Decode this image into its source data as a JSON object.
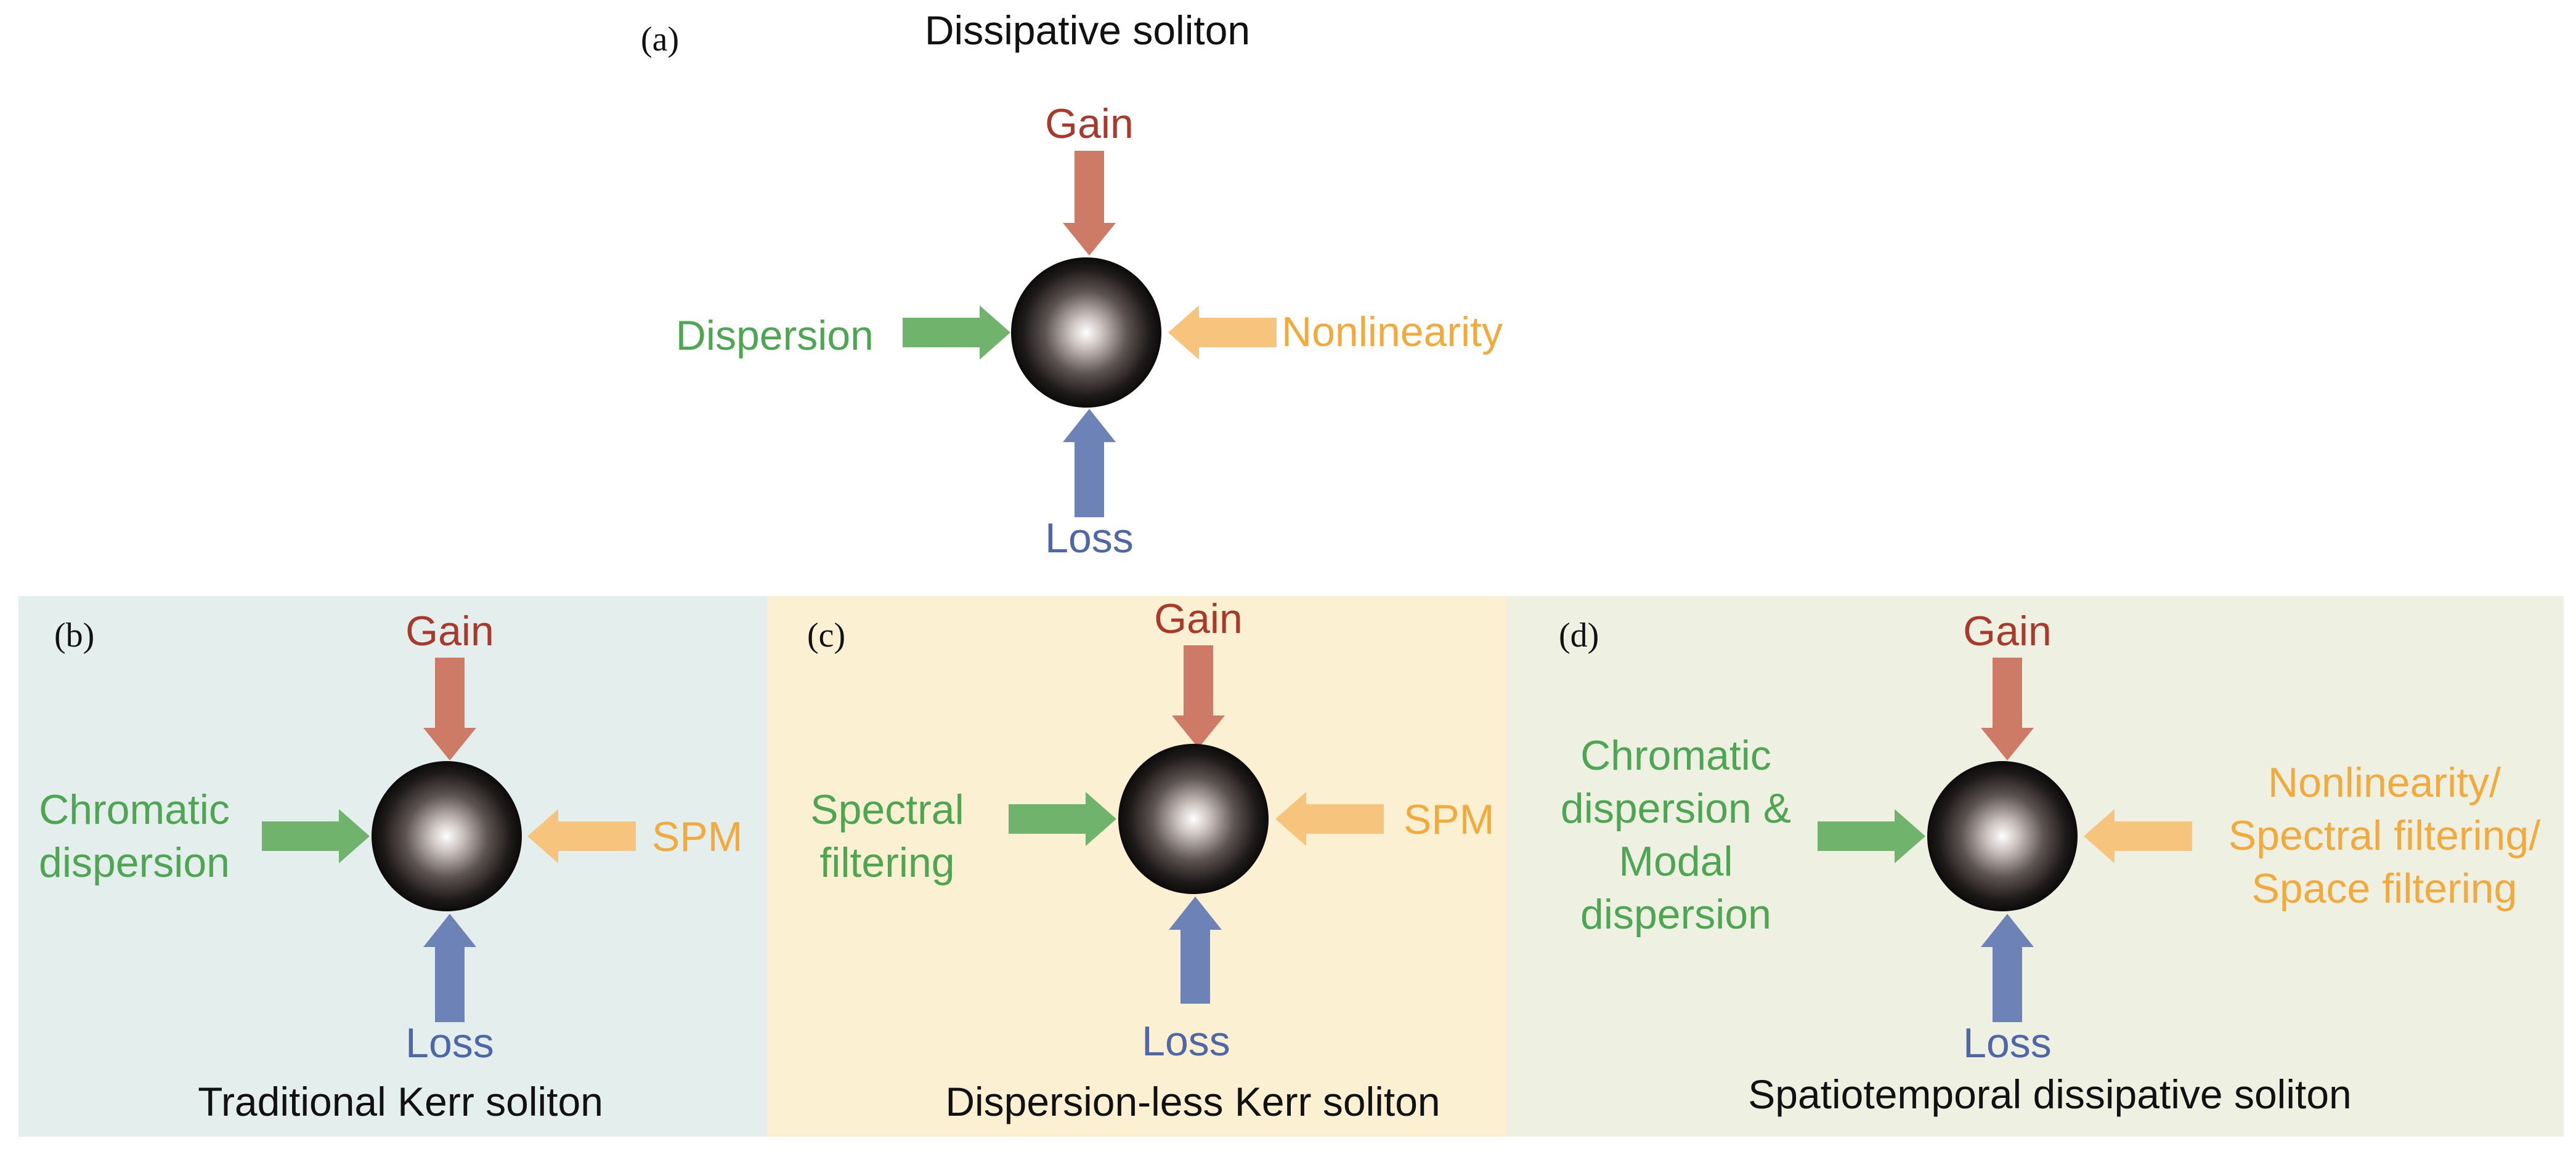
{
  "colors": {
    "gain": "#a83a2c",
    "gain_arrow": "#cd7b66",
    "dispersion": "#4ea653",
    "dispersion_arrow": "#70b36c",
    "nonlinearity": "#f2aa3e",
    "nonlinearity_arrow": "#f6c47d",
    "loss": "#4d67a8",
    "loss_arrow": "#6d82b6",
    "panel_b_bg": "#e4eeec",
    "panel_c_bg": "#fcf0d3",
    "panel_d_bg": "#eef1e2",
    "soliton_core": "#ffffff",
    "soliton_edge": "#111111"
  },
  "panels": {
    "a": {
      "label": "(a)",
      "title": "Dissipative soliton",
      "gain": "Gain",
      "loss": "Loss",
      "left": [
        "Dispersion"
      ],
      "right": [
        "Nonlinearity"
      ]
    },
    "b": {
      "label": "(b)",
      "title": "Traditional Kerr soliton",
      "gain": "Gain",
      "loss": "Loss",
      "left": [
        "Chromatic",
        "dispersion"
      ],
      "right": [
        "SPM"
      ]
    },
    "c": {
      "label": "(c)",
      "title": "Dispersion-less Kerr soliton",
      "gain": "Gain",
      "loss": "Loss",
      "left": [
        "Spectral",
        "filtering"
      ],
      "right": [
        "SPM"
      ]
    },
    "d": {
      "label": "(d)",
      "title": "Spatiotemporal dissipative soliton",
      "gain": "Gain",
      "loss": "Loss",
      "left": [
        "Chromatic",
        "dispersion &",
        "Modal",
        "dispersion"
      ],
      "right": [
        "Nonlinearity/",
        "Spectral filtering/",
        "Space filtering"
      ]
    }
  }
}
